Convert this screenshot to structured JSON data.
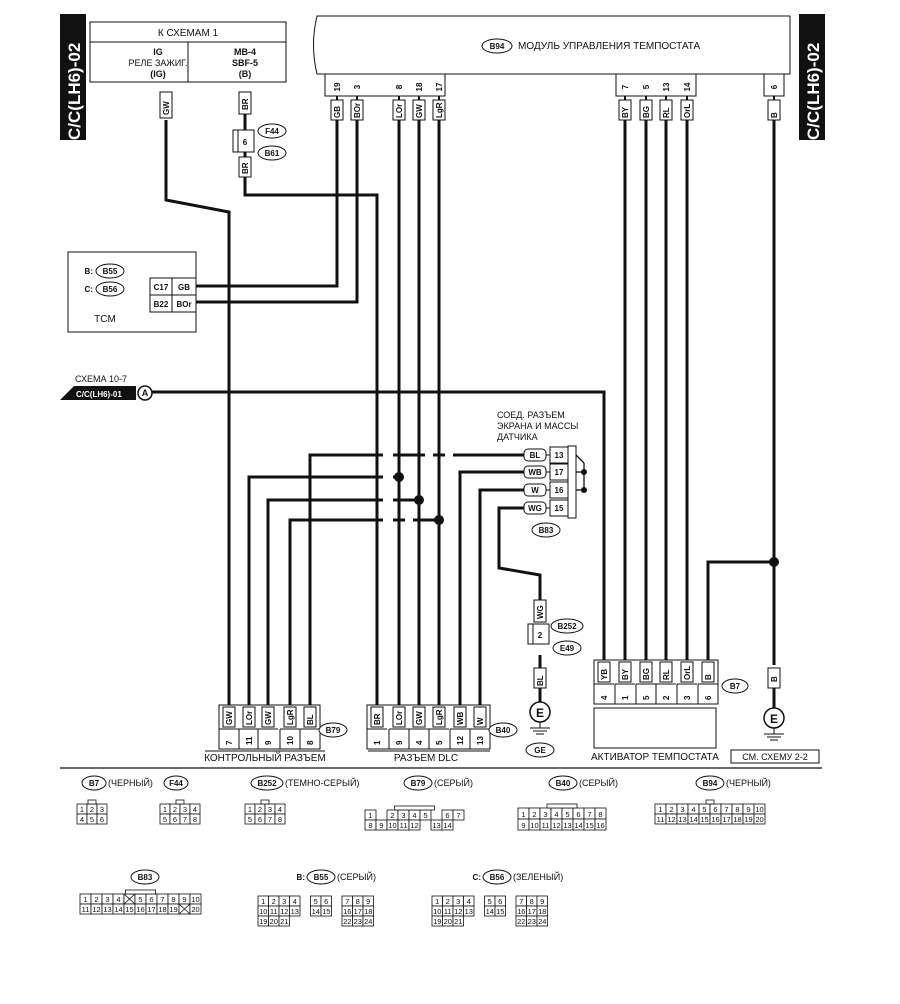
{
  "side_tags": {
    "left": "C/C(LH6)-02",
    "right": "C/C(LH6)-02"
  },
  "to_diagrams": {
    "title": "К СХЕМАМ 1",
    "col1": {
      "line1": "IG",
      "line2": "РЕЛЕ ЗАЖИГ.",
      "line3": "(IG)"
    },
    "col2": {
      "line1": "MB-4",
      "line2": "SBF-5",
      "line3": "(B)"
    }
  },
  "module": {
    "code": "B94",
    "title": "МОДУЛЬ УПРАВЛЕНИЯ ТЕМПОСТАТА",
    "pins": [
      {
        "pin": "19",
        "wire": "GB"
      },
      {
        "pin": "3",
        "wire": "BOr"
      },
      {
        "pin": "8",
        "wire": "LOr"
      },
      {
        "pin": "18",
        "wire": "GW"
      },
      {
        "pin": "17",
        "wire": "LgR"
      },
      {
        "pin": "7",
        "wire": "BY"
      },
      {
        "pin": "5",
        "wire": "BG"
      },
      {
        "pin": "13",
        "wire": "RL"
      },
      {
        "pin": "14",
        "wire": "OrL"
      },
      {
        "pin": "6",
        "wire": "B"
      }
    ]
  },
  "top_wires": {
    "gw": "GW",
    "br_top": "BR",
    "br_bottom": "BR"
  },
  "fuse_conn": {
    "pin": "6",
    "code_a": "F44",
    "code_b": "B61"
  },
  "tcm": {
    "label": "TCM",
    "conn_b_prefix": "B:",
    "conn_b": "B55",
    "conn_c_prefix": "C:",
    "conn_c": "B56",
    "pins": [
      {
        "pin": "C17",
        "wire": "GB"
      },
      {
        "pin": "B22",
        "wire": "BOr"
      }
    ]
  },
  "scheme_ref": {
    "line1": "СХЕМА 10-7",
    "line2": "C/C(LH6)-01",
    "marker": "A"
  },
  "shield": {
    "title_l1": "СОЕД. РАЗЪЕМ",
    "title_l2": "ЭКРАНА И  МАССЫ",
    "title_l3": "ДАТЧИКА",
    "code": "B83",
    "pins": [
      {
        "wire": "BL",
        "pin": "13"
      },
      {
        "wire": "WB",
        "pin": "17"
      },
      {
        "wire": "W",
        "pin": "16"
      },
      {
        "wire": "WG",
        "pin": "15"
      }
    ]
  },
  "ground_conn": {
    "wire_top": "WG",
    "pin": "2",
    "code_a": "B252",
    "code_b": "E49",
    "wire_bottom": "BL",
    "ground_label": "GE",
    "ground_symbol": "E"
  },
  "control_conn": {
    "label": "КОНТРОЛЬНЫЙ РАЗЪЕМ",
    "code": "B79",
    "pins": [
      {
        "wire": "GW",
        "pin": "7"
      },
      {
        "wire": "LOr",
        "pin": "11"
      },
      {
        "wire": "GW",
        "pin": "9"
      },
      {
        "wire": "LgR",
        "pin": "10"
      },
      {
        "wire": "BL",
        "pin": "8"
      }
    ]
  },
  "dlc_conn": {
    "label": "РАЗЪЕМ DLC",
    "code": "B40",
    "pins": [
      {
        "wire": "BR",
        "pin": "1"
      },
      {
        "wire": "LOr",
        "pin": "9"
      },
      {
        "wire": "GW",
        "pin": "4"
      },
      {
        "wire": "LgR",
        "pin": "5"
      },
      {
        "wire": "WB",
        "pin": "12"
      },
      {
        "wire": "W",
        "pin": "13"
      }
    ]
  },
  "actuator": {
    "label": "АКТИВАТОР ТЕМПОСТАТА",
    "code": "B7",
    "pins": [
      {
        "wire": "YB",
        "pin": "4"
      },
      {
        "wire": "BY",
        "pin": "1"
      },
      {
        "wire": "BG",
        "pin": "5"
      },
      {
        "wire": "RL",
        "pin": "2"
      },
      {
        "wire": "OrL",
        "pin": "3"
      },
      {
        "wire": "B",
        "pin": "6"
      }
    ]
  },
  "ground_right": {
    "wire": "B",
    "symbol": "E",
    "label": "СМ. СХЕМУ 2-2"
  },
  "legend": {
    "b7": {
      "code": "B7",
      "color": "(ЧЕРНЫЙ)"
    },
    "f44": {
      "code": "F44"
    },
    "b252": {
      "code": "B252",
      "color": "(ТЕМНО-СЕРЫЙ)"
    },
    "b79": {
      "code": "B79",
      "color": "(СЕРЫЙ)"
    },
    "b40": {
      "code": "B40",
      "color": "(СЕРЫЙ)"
    },
    "b94": {
      "code": "B94",
      "color": "(ЧЕРНЫЙ)"
    },
    "b83": {
      "code": "B83"
    },
    "b55": {
      "prefix": "B:",
      "code": "B55",
      "color": "(СЕРЫЙ)"
    },
    "b56": {
      "prefix": "C:",
      "code": "B56",
      "color": "(ЗЕЛЕНЫЙ)"
    }
  }
}
